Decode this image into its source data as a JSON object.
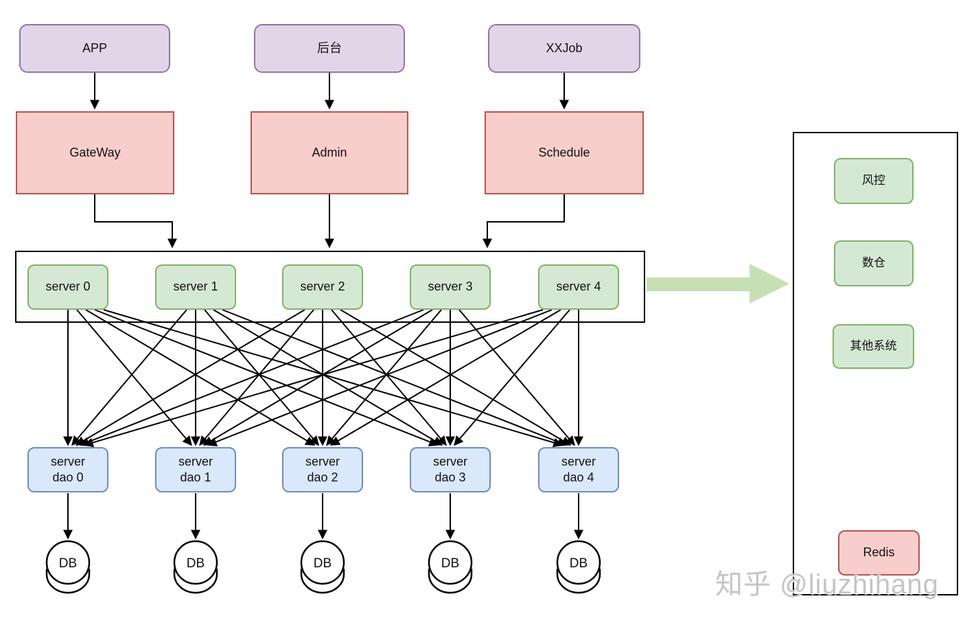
{
  "diagram": {
    "clients": [
      {
        "label": "APP"
      },
      {
        "label": "后台"
      },
      {
        "label": "XXJob"
      }
    ],
    "gateways": [
      {
        "label": "GateWay"
      },
      {
        "label": "Admin"
      },
      {
        "label": "Schedule"
      }
    ],
    "servers": [
      {
        "label": "server 0"
      },
      {
        "label": "server 1"
      },
      {
        "label": "server 2"
      },
      {
        "label": "server 3"
      },
      {
        "label": "server 4"
      }
    ],
    "daos": [
      {
        "line1": "server",
        "line2": "dao 0"
      },
      {
        "line1": "server",
        "line2": "dao 1"
      },
      {
        "line1": "server",
        "line2": "dao 2"
      },
      {
        "line1": "server",
        "line2": "dao 3"
      },
      {
        "line1": "server",
        "line2": "dao 4"
      }
    ],
    "databases": [
      {
        "label": "DB"
      },
      {
        "label": "DB"
      },
      {
        "label": "DB"
      },
      {
        "label": "DB"
      },
      {
        "label": "DB"
      }
    ],
    "panel": {
      "systems": [
        {
          "label": "风控"
        },
        {
          "label": "数仓"
        },
        {
          "label": "其他系统"
        }
      ],
      "cache": {
        "label": "Redis"
      }
    },
    "watermark": {
      "text": "知乎 @liuzhihang"
    },
    "colors": {
      "client_fill": "#E1D5E7",
      "client_border": "#9673A6",
      "gateway_fill": "#F8CECC",
      "gateway_border": "#B85450",
      "server_fill": "#D5E8D4",
      "server_border": "#82B366",
      "dao_fill": "#DAE8FC",
      "dao_border": "#6C8EBF",
      "flow_arrow": "#C6E0B4",
      "connector": "#000000",
      "watermark": "#C5C5C5"
    }
  }
}
